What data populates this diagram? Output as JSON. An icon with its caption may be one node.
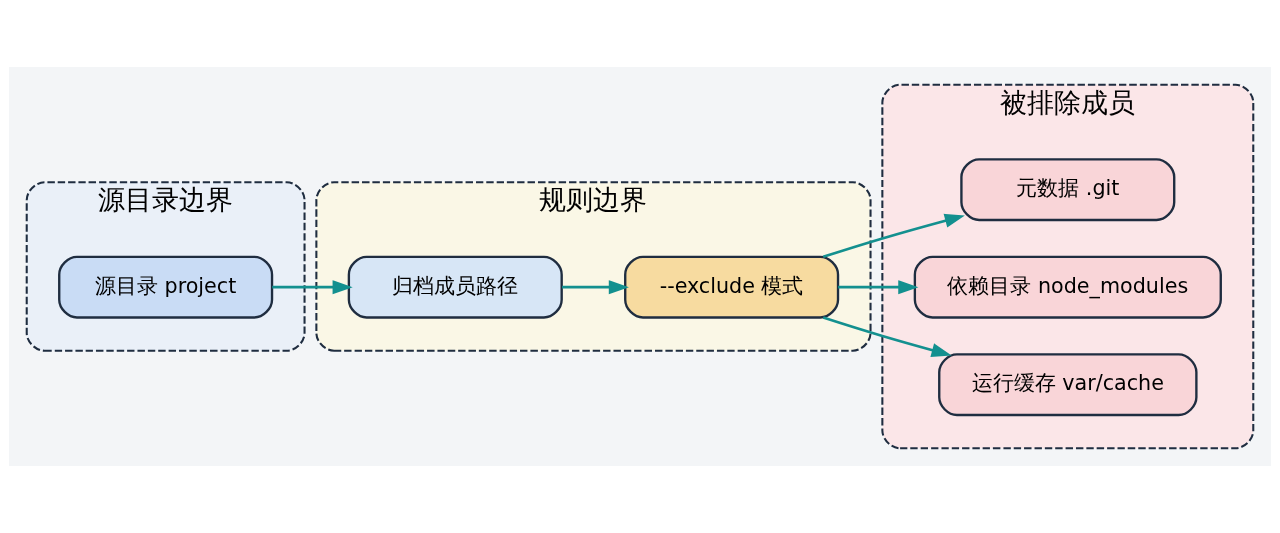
{
  "diagram": {
    "nodes": [
      {
        "text": [
          "源目录边界"
        ]
      },
      {
        "text": [
          "源目录 project"
        ],
        "in": 0
      },
      {
        "text": [
          "规则边界"
        ]
      },
      {
        "text": [
          "归档成员路径"
        ],
        "in": 2
      },
      {
        "text": [
          "--exclude 模式"
        ],
        "in": 2
      },
      {
        "text": [
          "被排除成员"
        ]
      },
      {
        "text": [
          "元数据 .git"
        ],
        "in": 5
      },
      {
        "text": [
          "依赖目录 node_modules"
        ],
        "in": 5
      },
      {
        "text": [
          "运行缓存 var/cache"
        ],
        "in": 5
      }
    ],
    "edges": [
      {
        "from": 1,
        "to": 3,
        "arrow": "to"
      },
      {
        "from": 3,
        "to": 4,
        "arrow": "to"
      },
      {
        "from": 4,
        "to": 6,
        "arrow": "to"
      },
      {
        "from": 4,
        "to": 7,
        "arrow": "to"
      },
      {
        "from": 4,
        "to": 8,
        "arrow": "to"
      }
    ]
  }
}
